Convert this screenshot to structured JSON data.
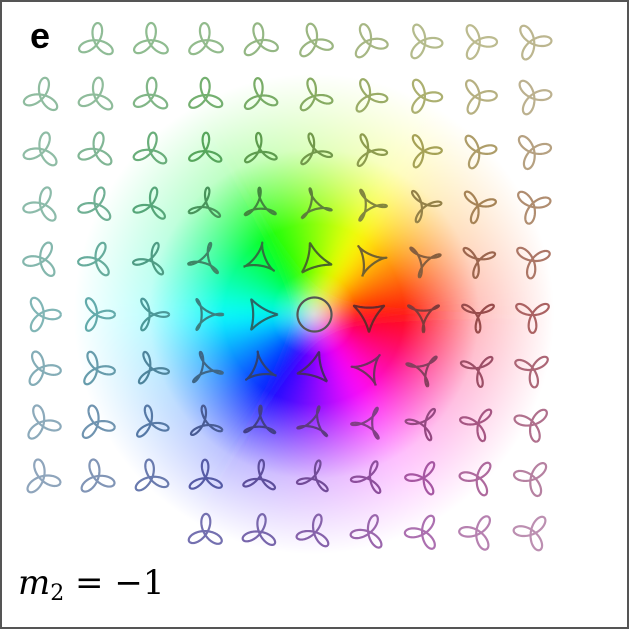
{
  "panel": {
    "label": "e",
    "param": {
      "symbol": "m",
      "subscript": "2",
      "relation": " = −1"
    }
  },
  "grid": {
    "rows": 10,
    "cols": 10,
    "center_cell": [
      5,
      5
    ],
    "curve_symmetry": 3
  },
  "colors": {
    "frame": "#555555",
    "background": "#ffffff"
  }
}
